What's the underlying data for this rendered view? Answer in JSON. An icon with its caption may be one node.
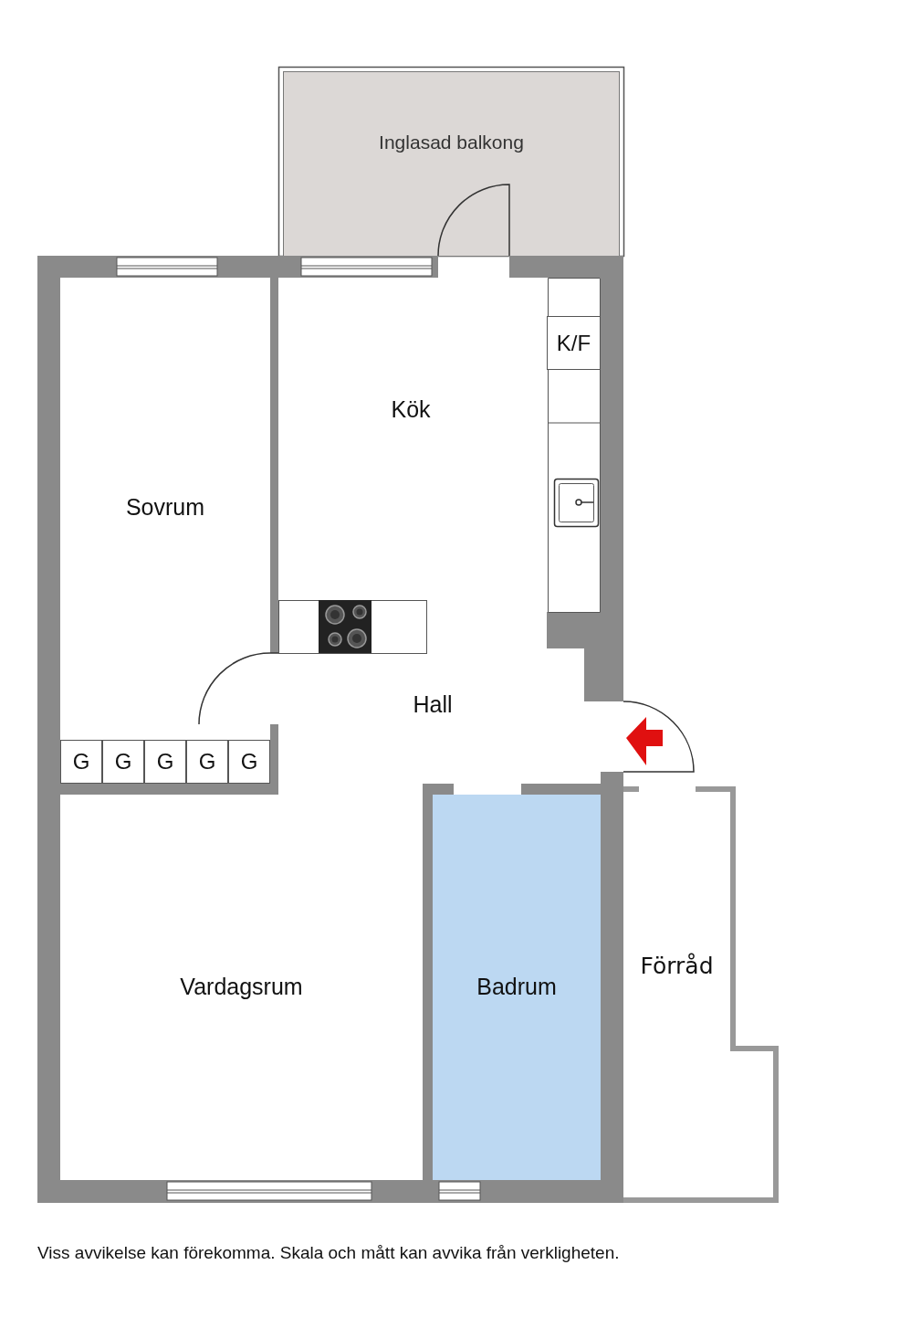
{
  "diagram": {
    "caption": "Viss avvikelse kan förekomma. Skala och mått kan avvika från verkligheten.",
    "nodes": [
      {
        "text": [
          "Inglasad balkong"
        ]
      },
      {
        "text": [
          "Sovrum"
        ]
      },
      {
        "text": [
          "K/F"
        ]
      },
      {
        "text": [
          "G"
        ]
      },
      {
        "text": [
          "G"
        ]
      },
      {
        "text": [
          "G"
        ]
      },
      {
        "text": [
          "G"
        ]
      },
      {
        "text": [
          "G"
        ]
      },
      {
        "text": [
          "Vardagsrum"
        ]
      },
      {
        "text": [
          "Badrum"
        ]
      },
      {
        "text": [
          "Förråd"
        ]
      }
    ],
    "labels": [
      "Kök",
      "Hall"
    ]
  }
}
